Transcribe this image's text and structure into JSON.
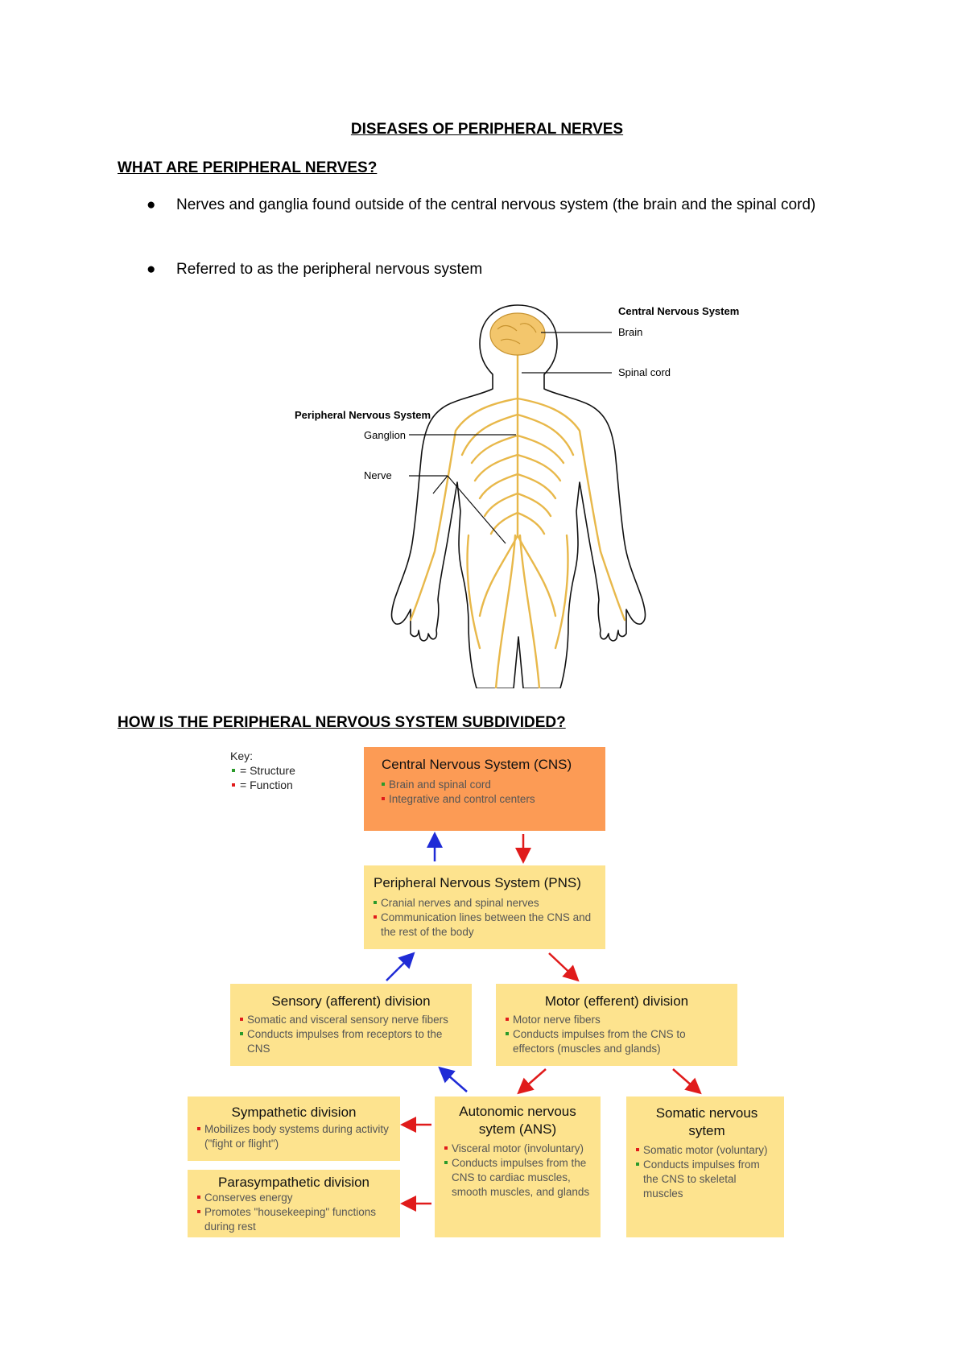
{
  "title": "DISEASES OF PERIPHERAL NERVES",
  "section1": {
    "heading": "WHAT ARE PERIPHERAL NERVES?",
    "bullets": [
      "Nerves and ganglia found outside of the central nervous system (the brain and the spinal cord)",
      "Referred to as the peripheral nervous system"
    ],
    "bullet_glyph": "●"
  },
  "figure": {
    "cns_title": "Central Nervous System",
    "brain": "Brain",
    "spinal_cord": "Spinal cord",
    "pns_title": "Peripheral Nervous System",
    "ganglion": "Ganglion",
    "nerve": "Nerve"
  },
  "section2": {
    "heading": "HOW IS THE PERIPHERAL NERVOUS SYSTEM SUBDIVIDED?"
  },
  "flowchart": {
    "key": {
      "title": "Key:",
      "structure": "= Structure",
      "function": "= Function"
    },
    "cns": {
      "title": "Central Nervous System (CNS)",
      "items": [
        "Brain and spinal cord",
        "Integrative and control centers"
      ]
    },
    "pns": {
      "title": "Peripheral Nervous System (PNS)",
      "items": [
        "Cranial nerves and spinal nerves",
        "Communication lines between the CNS and the rest of the body"
      ]
    },
    "sensory": {
      "title": "Sensory (afferent) division",
      "items": [
        "Somatic and visceral sensory nerve fibers",
        "Conducts impulses from receptors to the CNS"
      ]
    },
    "motor": {
      "title": "Motor (efferent) division",
      "items": [
        "Motor nerve fibers",
        "Conducts impulses from the CNS to effectors (muscles and glands)"
      ]
    },
    "sympathetic": {
      "title": "Sympathetic division",
      "items": [
        "Mobilizes body systems during activity (\"fight or flight\")"
      ]
    },
    "parasympathetic": {
      "title": "Parasympathetic division",
      "items": [
        "Conserves energy",
        "Promotes \"housekeeping\" functions during rest"
      ]
    },
    "autonomic": {
      "title": "Autonomic nervous sytem (ANS)",
      "items": [
        "Visceral motor (involuntary)",
        "Conducts impulses from the CNS to cardiac muscles, smooth muscles, and glands"
      ]
    },
    "somatic": {
      "title": "Somatic nervous sytem",
      "items": [
        "Somatic motor (voluntary)",
        "Conducts impulses from the CNS to skeletal muscles"
      ]
    },
    "colors": {
      "structure": "#2a9a2a",
      "function": "#e01b1b",
      "box": "#fde38e",
      "cns_box": "#fc9b55",
      "up_arrow": "#1f2bd6",
      "down_arrow": "#e01b1b"
    }
  }
}
